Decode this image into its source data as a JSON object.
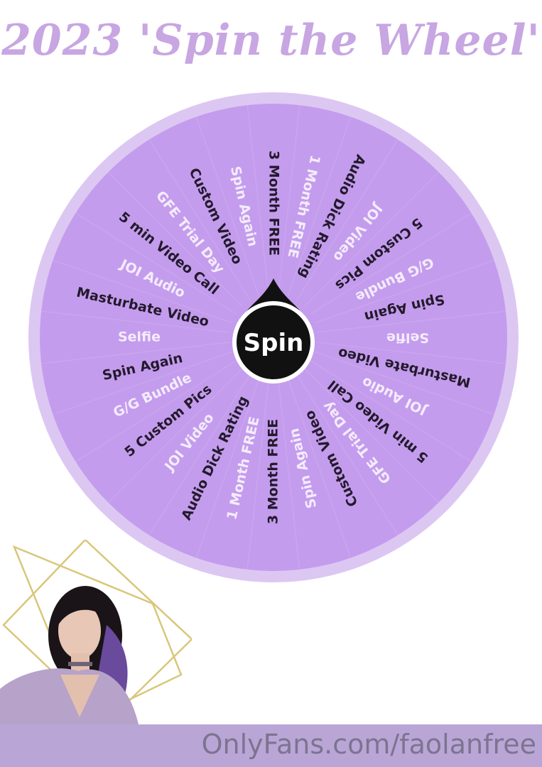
{
  "title": "2023 'Spin the Wheel'",
  "spin_button": {
    "label": "Spin"
  },
  "wheel": {
    "segments": [
      {
        "label": "3 Month FREE",
        "text_color": "#231a2c"
      },
      {
        "label": "1 Month FREE",
        "text_color": "#f4ecfb"
      },
      {
        "label": "Audio Dick Rating",
        "text_color": "#231a2c"
      },
      {
        "label": "JOI Video",
        "text_color": "#f4ecfb"
      },
      {
        "label": "5 Custom Pics",
        "text_color": "#231a2c"
      },
      {
        "label": "G/G Bundle",
        "text_color": "#f4ecfb"
      },
      {
        "label": "Spin Again",
        "text_color": "#231a2c"
      },
      {
        "label": "Selfie",
        "text_color": "#f4ecfb"
      },
      {
        "label": "Masturbate Video",
        "text_color": "#231a2c"
      },
      {
        "label": "JOI Audio",
        "text_color": "#f4ecfb"
      },
      {
        "label": "5 min Video Call",
        "text_color": "#231a2c"
      },
      {
        "label": "GFE Trial Day",
        "text_color": "#f4ecfb"
      },
      {
        "label": "Custom Video",
        "text_color": "#231a2c"
      },
      {
        "label": "Spin Again",
        "text_color": "#f4ecfb"
      },
      {
        "label": "3 Month FREE",
        "text_color": "#231a2c"
      },
      {
        "label": "1 Month FREE",
        "text_color": "#f4ecfb"
      },
      {
        "label": "Audio Dick Rating",
        "text_color": "#231a2c"
      },
      {
        "label": "JOI Video",
        "text_color": "#f4ecfb"
      },
      {
        "label": "5 Custom Pics",
        "text_color": "#231a2c"
      },
      {
        "label": "G/G Bundle",
        "text_color": "#f4ecfb"
      },
      {
        "label": "Spin Again",
        "text_color": "#231a2c"
      },
      {
        "label": "Selfie",
        "text_color": "#f4ecfb"
      },
      {
        "label": "Masturbate Video",
        "text_color": "#231a2c"
      },
      {
        "label": "JOI Audio",
        "text_color": "#f4ecfb"
      },
      {
        "label": "5 min Video Call",
        "text_color": "#231a2c"
      },
      {
        "label": "GFE Trial Day",
        "text_color": "#f4ecfb"
      },
      {
        "label": "Custom Video",
        "text_color": "#231a2c"
      },
      {
        "label": "Spin Again",
        "text_color": "#f4ecfb"
      }
    ]
  },
  "colors": {
    "title": "#c7a6e2",
    "wheel_rim": "#dcc7f2",
    "wheel_fill": "#c49ced",
    "wheel_divider": "#cda9ee",
    "spin_button": "#111111",
    "footer_band": "#b9a6d6",
    "footer_text": "#7c7490",
    "frame_gold": "#d8c77a"
  },
  "footer": {
    "url": "OnlyFans.com/faolanfree"
  }
}
